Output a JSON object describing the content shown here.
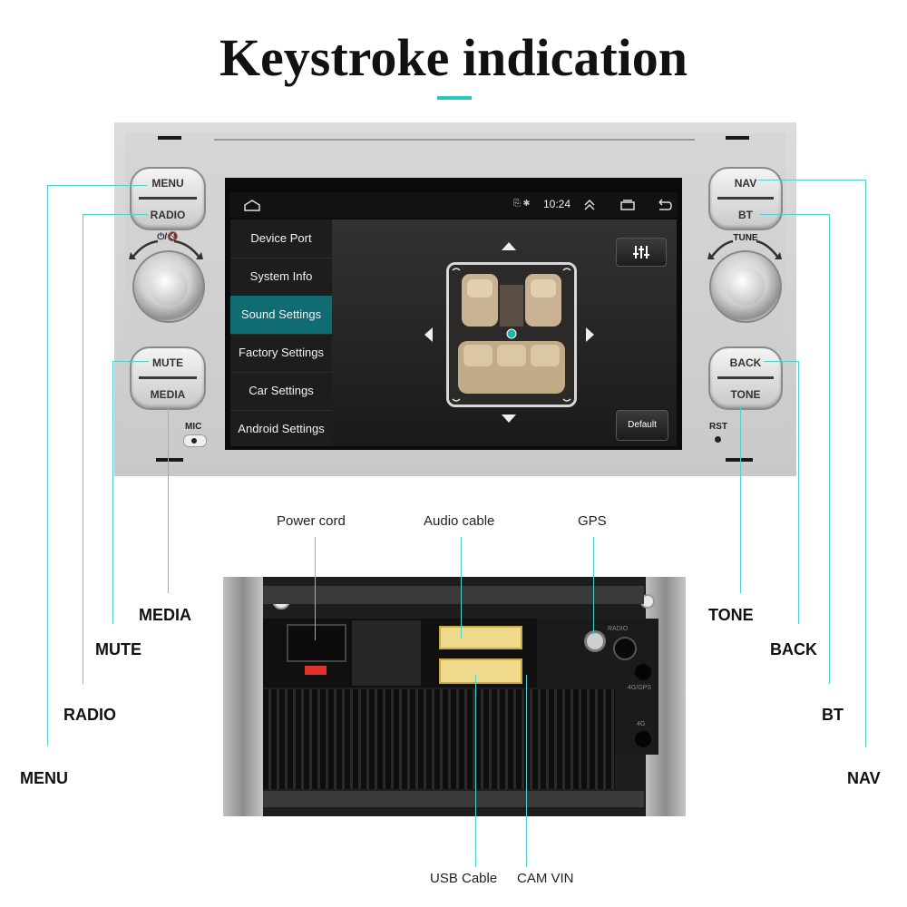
{
  "page": {
    "title": "Keystroke indication"
  },
  "left_buttons": {
    "menu": "MENU",
    "radio": "RADIO",
    "mute": "MUTE",
    "media": "MEDIA",
    "power_vol": "⏻/🔇",
    "mic": "MIC"
  },
  "right_buttons": {
    "nav": "NAV",
    "bt": "BT",
    "tune": "TUNE",
    "back": "BACK",
    "tone": "TONE",
    "rst": "RST"
  },
  "screen": {
    "status": {
      "time": "10:24",
      "icons": [
        "home-icon",
        "bluetooth-icon",
        "expand-icon",
        "recent-apps-icon",
        "back-icon"
      ]
    },
    "sidebar": [
      {
        "label": "Device Port"
      },
      {
        "label": "System Info"
      },
      {
        "label": "Sound Settings",
        "active": true
      },
      {
        "label": "Factory Settings"
      },
      {
        "label": "Car Settings"
      },
      {
        "label": "Android Settings"
      }
    ],
    "default_button": "Default",
    "eq_icon": "equalizer-icon"
  },
  "callouts": {
    "menu": "MENU",
    "radio": "RADIO",
    "mute": "MUTE",
    "media": "MEDIA",
    "nav": "NAV",
    "bt": "BT",
    "back": "BACK",
    "tone": "TONE"
  },
  "rear_labels": {
    "power_cord": "Power cord",
    "audio_cable": "Audio cable",
    "gps": "GPS",
    "usb_cable": "USB Cable",
    "cam_vin": "CAM VIN",
    "radio": "RADIO",
    "gps_4g": "4G/GPS",
    "port_4g": "4G"
  },
  "colors": {
    "accent": "#4fd0d0",
    "active_menu": "#0e6c72"
  }
}
